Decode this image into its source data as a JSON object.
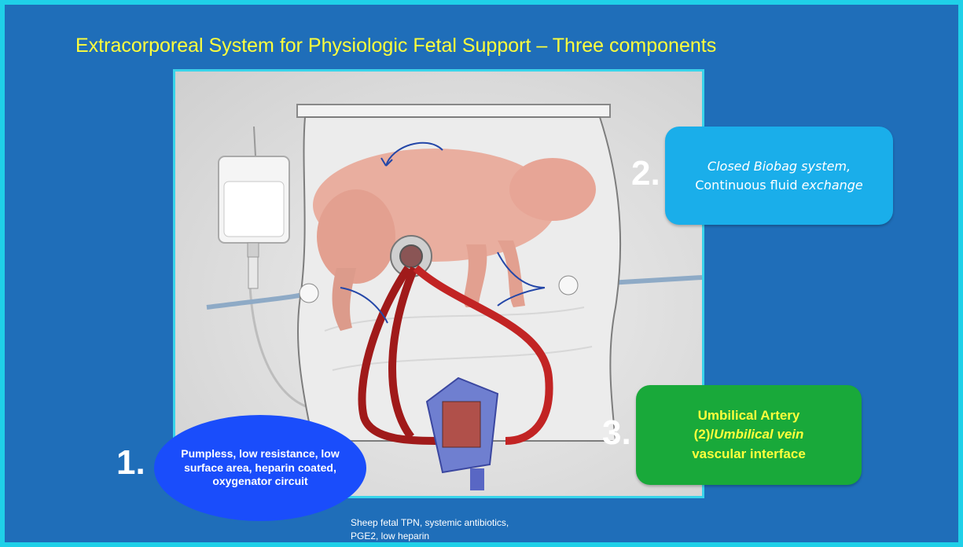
{
  "slide": {
    "title": "Extracorporeal System for Physiologic Fetal Support – Three components",
    "colors": {
      "background": "#1f6eb9",
      "border": "#1fd0e8",
      "title": "#ffff3c"
    }
  },
  "callouts": {
    "one": {
      "number": "1.",
      "text": "Pumpless, low resistance, low surface area, heparin coated, oxygenator circuit",
      "color": "#1a4dfb"
    },
    "two": {
      "number": "2.",
      "line1": "Closed Biobag system,",
      "line2_a": "Continuous fluid ",
      "line2_b": "exchange",
      "color": "#1aaeea"
    },
    "three": {
      "number": "3.",
      "line1": "Umbilical Artery",
      "line2_a": "(2)/",
      "line2_b": "Umbilical vein",
      "line3": "vascular interface",
      "color": "#19a93a"
    }
  },
  "footnote": {
    "line1": "Sheep fetal TPN, systemic antibiotics,",
    "line2": "PGE2, low heparin"
  },
  "illustration": {
    "icons": [
      "iv-bag-icon",
      "biobag-icon",
      "fetal-lamb-icon",
      "oxygenator-icon",
      "flow-arrow-icon",
      "tubing-icon"
    ]
  }
}
